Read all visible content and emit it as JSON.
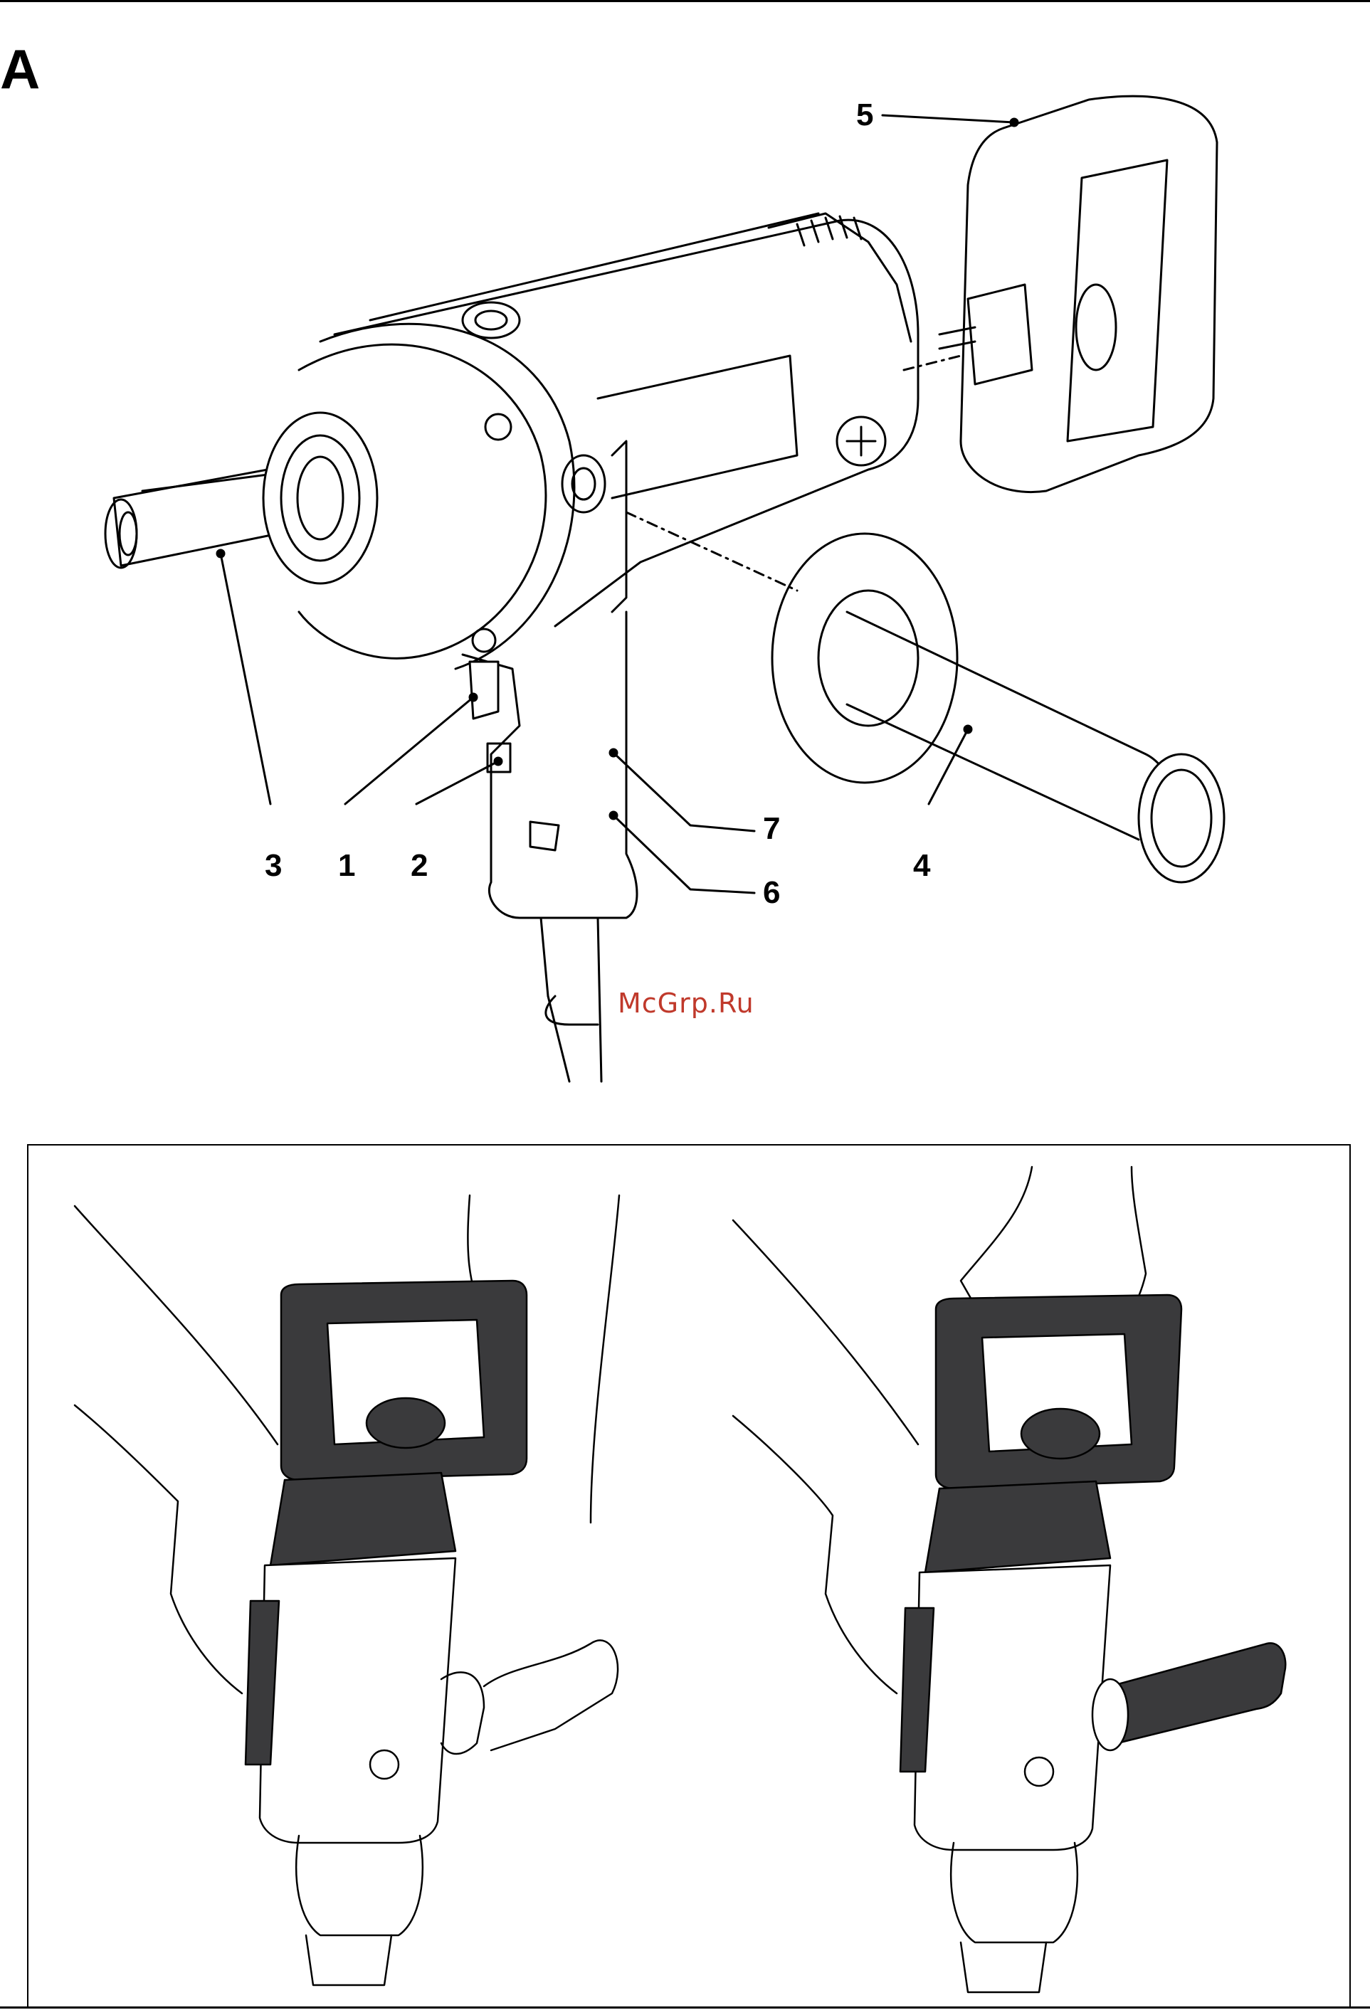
{
  "figure": {
    "letter": "A",
    "callouts": [
      "1",
      "2",
      "3",
      "4",
      "5",
      "6",
      "7"
    ]
  },
  "watermark": "McGrp.Ru",
  "colors": {
    "line": "#000000",
    "dark_fill": "#3a3a3c",
    "watermark": "#c0392b"
  }
}
